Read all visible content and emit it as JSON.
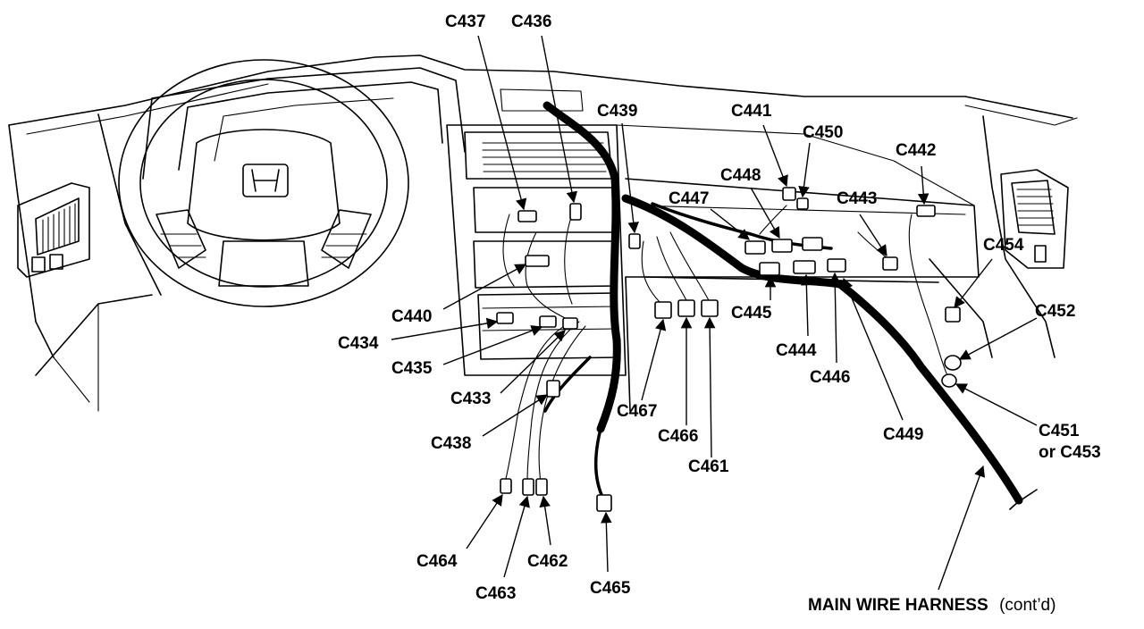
{
  "labels": {
    "c437": "C437",
    "c436": "C436",
    "c439": "C439",
    "c441": "C441",
    "c450": "C450",
    "c442": "C442",
    "c448": "C448",
    "c447": "C447",
    "c443": "C443",
    "c454": "C454",
    "c452": "C452",
    "c440": "C440",
    "c434": "C434",
    "c435": "C435",
    "c433": "C433",
    "c438": "C438",
    "c445": "C445",
    "c444": "C444",
    "c446": "C446",
    "c449": "C449",
    "c467": "C467",
    "c466": "C466",
    "c461": "C461",
    "c451": "C451",
    "c451_alt": "or C453",
    "c464": "C464",
    "c463": "C463",
    "c462": "C462",
    "c465": "C465"
  },
  "caption": {
    "main": "MAIN WIRE HARNESS",
    "suffix": "(cont’d)"
  },
  "icons": [
    "steering-wheel-icon",
    "honda-logo-icon",
    "air-vent-icon",
    "connector-icon",
    "wire-harness-icon"
  ]
}
